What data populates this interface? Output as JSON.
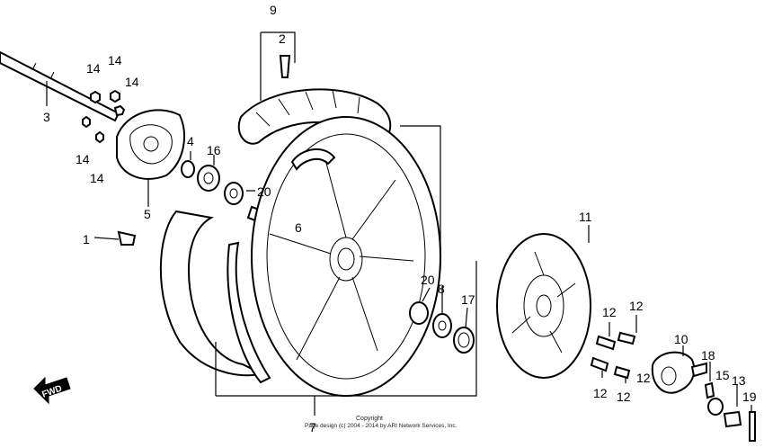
{
  "callouts": {
    "c1": "1",
    "c2": "2",
    "c3": "3",
    "c4": "4",
    "c5": "5",
    "c6": "6",
    "c7": "7",
    "c8": "8",
    "c9": "9",
    "c10": "10",
    "c11": "11",
    "c12a": "12",
    "c12b": "12",
    "c12c": "12",
    "c12d": "12",
    "c12e": "12",
    "c13": "13",
    "c14a": "14",
    "c14b": "14",
    "c14c": "14",
    "c14d": "14",
    "c14e": "14",
    "c15": "15",
    "c16": "16",
    "c17": "17",
    "c18": "18",
    "c19": "19",
    "c20a": "20",
    "c20b": "20"
  },
  "fwd_label": "FWD",
  "copyright": "Copyright",
  "copyright_line": "Page design (c) 2004 - 2014 by ARI Network Services, Inc."
}
